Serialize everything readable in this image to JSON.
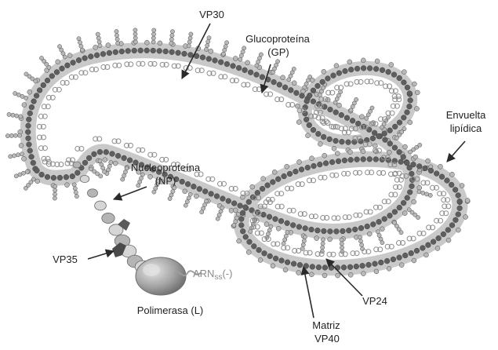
{
  "labels": {
    "vp30": "VP30",
    "gp_line1": "Glucoproteína",
    "gp_line2": "(GP)",
    "envelope_line1": "Envuelta",
    "envelope_line2": "lipídica",
    "np_line1": "Nucleoproteína",
    "np_line2": "(NP)",
    "vp35": "VP35",
    "rna_prefix": "ARN",
    "rna_sub": "ss",
    "rna_suffix": "(-)",
    "polymerase": "Polimerasa (L)",
    "vp24": "VP24",
    "matrix_line1": "Matriz",
    "matrix_line2": "VP40"
  },
  "colors": {
    "envelope": "#c4c4c4",
    "matrix_bead": "#5e5e5e",
    "inner_bead": "#b9b9b9",
    "glycoprotein": "#8c8c8c",
    "polymerase": "#9a9a9a",
    "rna": "#9d9d9d",
    "arrow": "#2a2a2a"
  }
}
